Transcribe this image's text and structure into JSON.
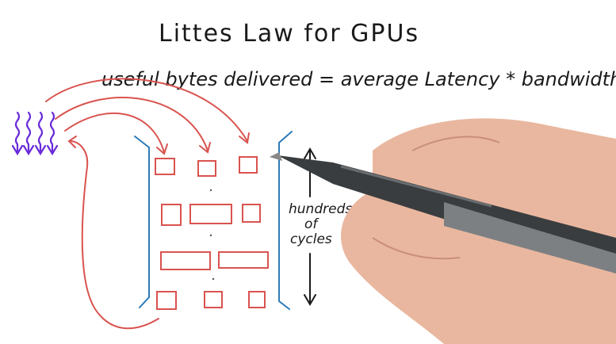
{
  "title": "Littes Law for GPUs",
  "equation": "useful  bytes delivered = average Latency * bandwidth",
  "annotation": {
    "line1": "hundreds",
    "line2": "of",
    "line3": "cycles"
  },
  "colors": {
    "ink": "#1a1a1a",
    "red_ink": "#d9534f",
    "blue_ink": "#2e7bb8",
    "purple_ink": "#6a2bd9",
    "pen_body": "#3a3d3f",
    "skin": "#e9b79f"
  }
}
